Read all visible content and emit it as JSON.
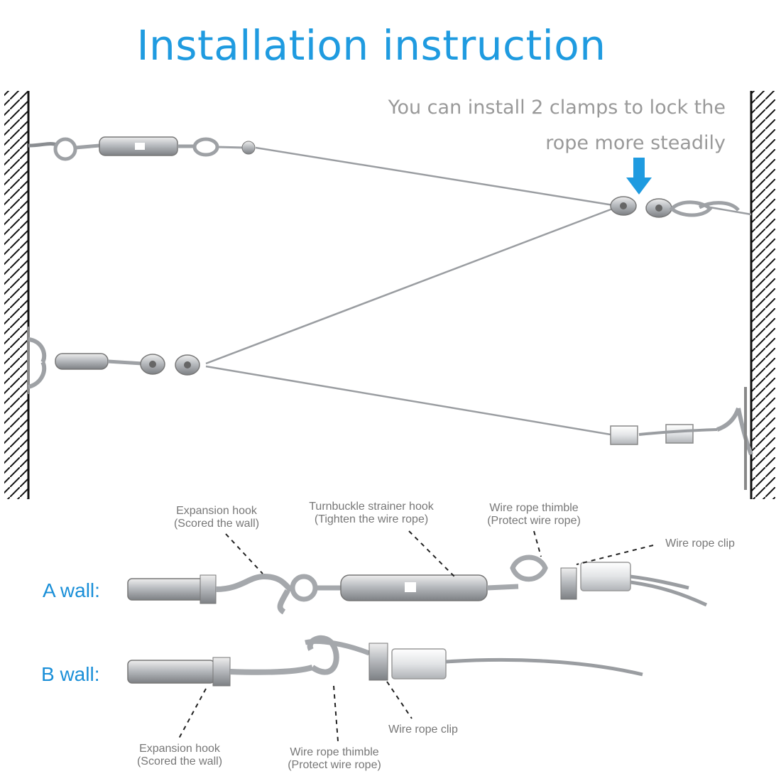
{
  "title": "Installation instruction",
  "note": {
    "line1": "You can install 2 clamps to lock the",
    "line2": "rope more steadily"
  },
  "walls": {
    "a": "A wall:",
    "b": "B wall:"
  },
  "labels_a": {
    "expansion": {
      "l1": "Expansion hook",
      "l2": "(Scored the wall)"
    },
    "turnbuckle": {
      "l1": "Turnbuckle strainer hook",
      "l2": "(Tighten the wire rope)"
    },
    "thimble": {
      "l1": "Wire rope thimble",
      "l2": "(Protect wire rope)"
    },
    "clip": {
      "l1": "Wire rope clip"
    }
  },
  "labels_b": {
    "expansion": {
      "l1": "Expansion hook",
      "l2": "(Scored the wall)"
    },
    "thimble": {
      "l1": "Wire rope thimble",
      "l2": "(Protect wire rope)"
    },
    "clip": {
      "l1": "Wire rope clip"
    }
  },
  "colors": {
    "accent": "#1f9be0",
    "label": "#777777",
    "metal": "#b9bcc0"
  },
  "icons": [
    "down-arrow-icon"
  ]
}
